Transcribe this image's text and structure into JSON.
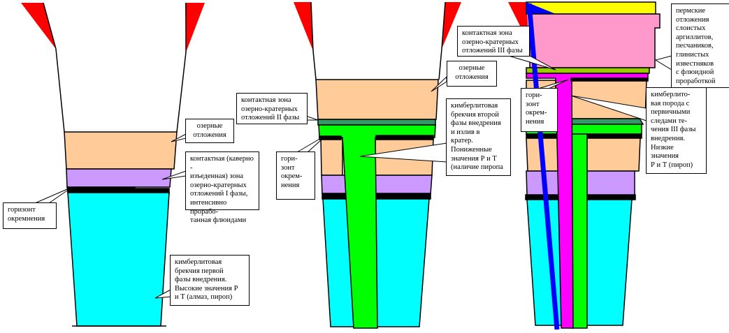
{
  "colors": {
    "crater_wall": "#ff0000",
    "lake_sediments": "#ffcc99",
    "contact_zone_1": "#cc99ff",
    "silicification": "#000000",
    "kimberlite_1": "#00ffff",
    "contact_zone_2": "#339966",
    "kimberlite_2": "#00ff00",
    "contact_zone_3": "#99cc00",
    "kimberlite_3": "#ff00ff",
    "permian": "#ff99cc",
    "top_layer": "#ffff00",
    "fault": "#0000ff"
  },
  "panel1": {
    "lake": "озерные\nотложения",
    "contact": "контактная (каверно -\nизъеденная) зона\nозерно-кратерных\nотложений  I фазы,\nинтенсивно прорабо-\nтанная флюидами",
    "horizon": "горизонт\nокремнения",
    "kimberlite": "кимберлитовая\nбрекчия первой\nфазы внедрения.\nВысокие значения Р\nи Т (алмаз, пироп)"
  },
  "panel2": {
    "lake": "озерные\nотложения",
    "contact": "контактная зона\nозерно-кратерных\nотложений II фазы",
    "horizon": "гори-\nзонт\nокрем-\nнения",
    "kimberlite": "кимберлитовая\nбрекчия второй\nфазы внедрения\nи излив в\nкратер.\nПониженные\nзначения Р и Т\n(наличие пиропа"
  },
  "panel3": {
    "contact": "контактная зона\nозерно-кратерных\nотложений III фазы",
    "horizon": "гори-\nзонт\nокрем-\nнения",
    "permian": "пермские\nотложения\nслоистых\nаргиллитов,\nпесчаников,\nглинистых\nизвестняков\nс флюидной\nпроработкой",
    "kimberlite": "кимберлито-\nвая порода с\nпервичными\nследами те-\nчения III фазы\nвнедрения.\nНизкие\nзначения\nР и Т (пироп)"
  }
}
